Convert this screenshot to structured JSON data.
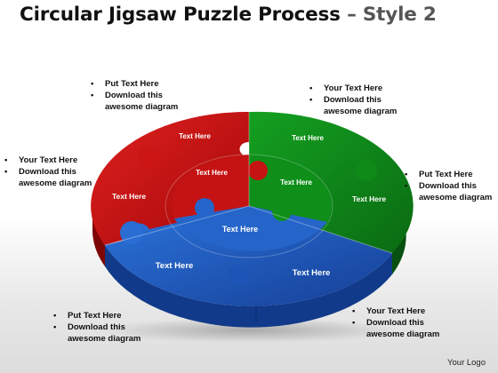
{
  "title": {
    "main": "Circular Jigsaw Puzzle Process",
    "sub": "– Style 2"
  },
  "colors": {
    "red": "#cc1111",
    "green": "#0e8a18",
    "blue": "#1f5fc4"
  },
  "pieces": {
    "red_outer": "Text Here",
    "red_inner": "Text Here",
    "red_side": "Text Here",
    "green_outer": "Text Here",
    "green_inner": "Text Here",
    "green_side": "Text Here",
    "blue_center": "Text Here",
    "blue_left": "Text Here",
    "blue_right": "Text Here"
  },
  "callouts": {
    "top_left": {
      "line1": "Put Text Here",
      "line2": "Download this awesome diagram"
    },
    "top_right": {
      "line1": "Your Text Here",
      "line2": "Download this awesome diagram"
    },
    "mid_left": {
      "line1": "Your Text Here",
      "line2": "Download this awesome diagram"
    },
    "mid_right": {
      "line1": "Put Text Here",
      "line2": "Download this awesome diagram"
    },
    "bottom_left": {
      "line1": "Put Text Here",
      "line2": "Download this awesome diagram"
    },
    "bottom_right": {
      "line1": "Your Text Here",
      "line2": "Download this awesome diagram"
    }
  },
  "logo": "Your Logo"
}
